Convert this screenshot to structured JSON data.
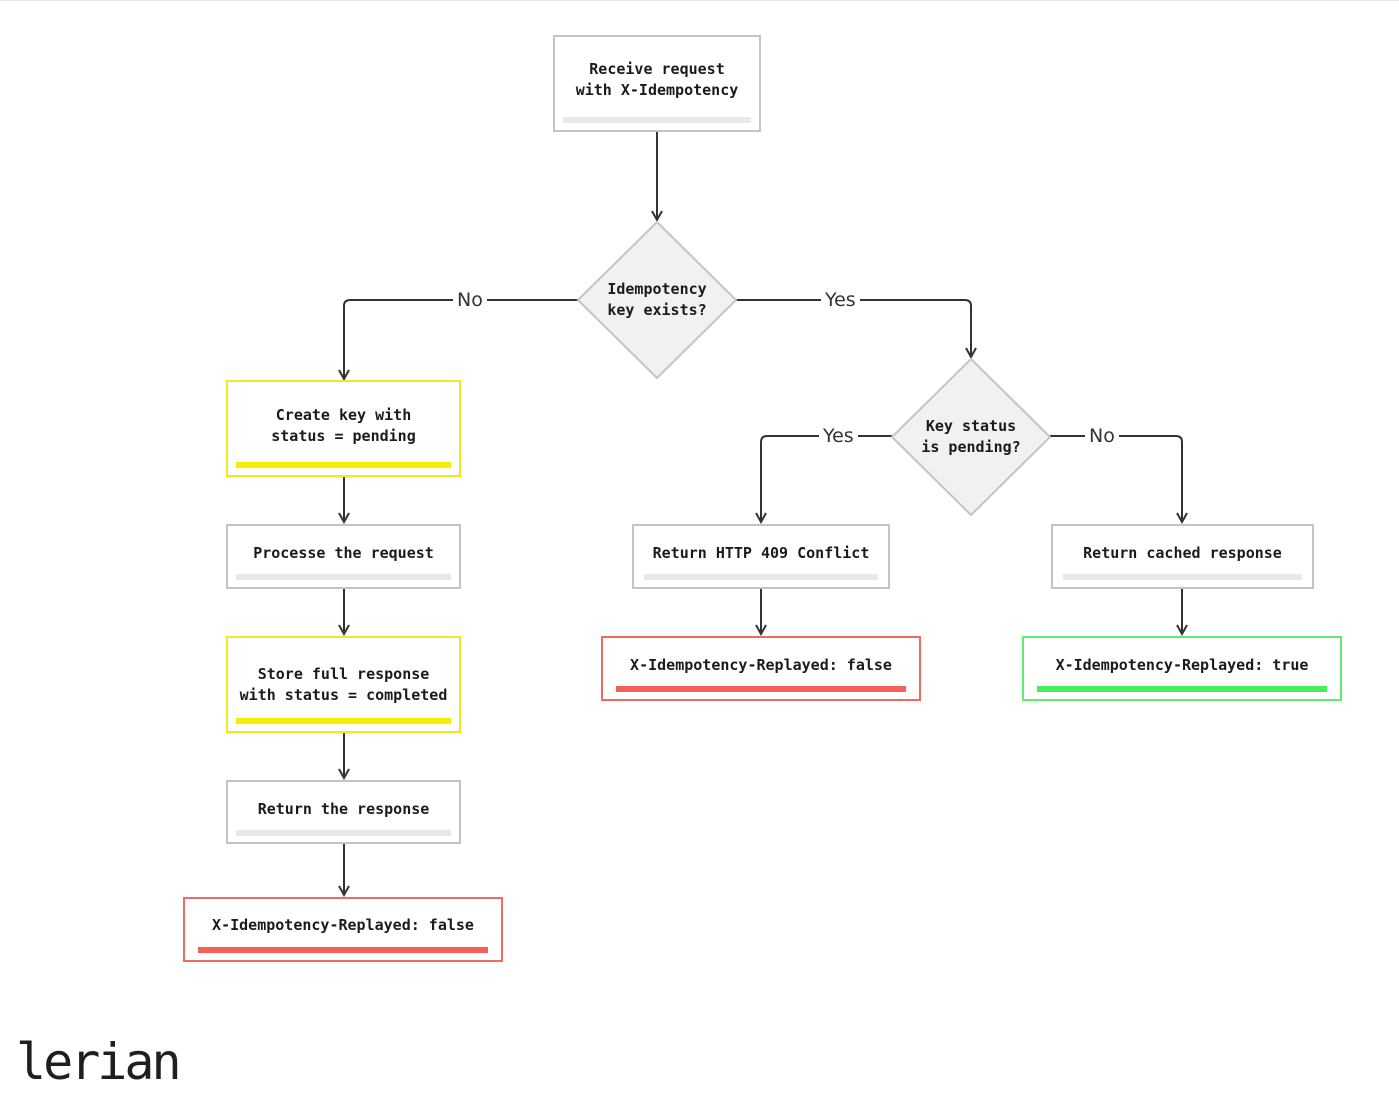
{
  "diagram": {
    "nodes": {
      "receive": "Receive request\nwith X-Idempotency",
      "key_exists": "Idempotency\nkey exists?",
      "create_key": "Create key with\nstatus = pending",
      "process": "Processe the request",
      "store": "Store full response\nwith status = completed",
      "return_response": "Return the response",
      "replayed_false_left": "X-Idempotency-Replayed: false",
      "key_pending": "Key status\nis pending?",
      "return_409": "Return HTTP 409 Conflict",
      "replayed_false_mid": "X-Idempotency-Replayed: false",
      "return_cached": "Return cached response",
      "replayed_true": "X-Idempotency-Replayed: true"
    },
    "edges": {
      "key_exists_no": "No",
      "key_exists_yes": "Yes",
      "pending_yes": "Yes",
      "pending_no": "No"
    },
    "colors": {
      "neutral": "#c4c4c4",
      "pending": "#f6ec00",
      "false": "#f4605a",
      "true": "#45ef55"
    }
  },
  "brand": {
    "logo": "lerian"
  }
}
